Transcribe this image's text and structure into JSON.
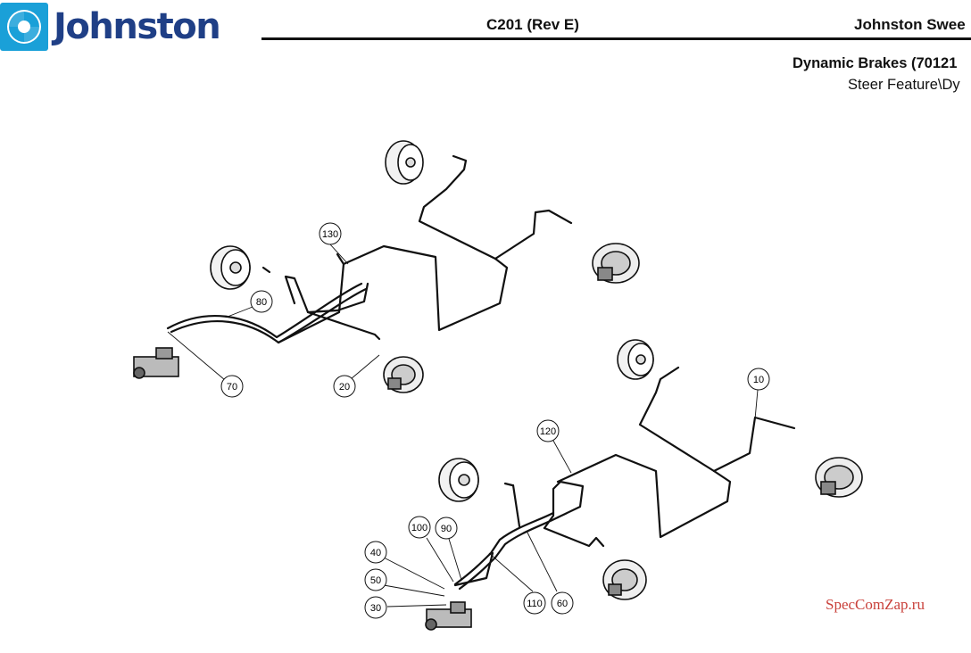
{
  "header": {
    "brand": "Johnston",
    "doc_code": "C201 (Rev E)",
    "company": "Johnston Swee"
  },
  "section": {
    "title": "Dynamic Brakes (70121",
    "subtitle": "Steer Feature\\Dy"
  },
  "callouts": [
    "130",
    "80",
    "70",
    "20",
    "10",
    "120",
    "100",
    "90",
    "40",
    "50",
    "30",
    "110",
    "60"
  ],
  "watermark": "SpecComZap.ru",
  "colors": {
    "brand_blue": "#1f3f86",
    "logo_cyan": "#1aa0d8",
    "line": "#111111",
    "watermark": "#c9403a"
  }
}
